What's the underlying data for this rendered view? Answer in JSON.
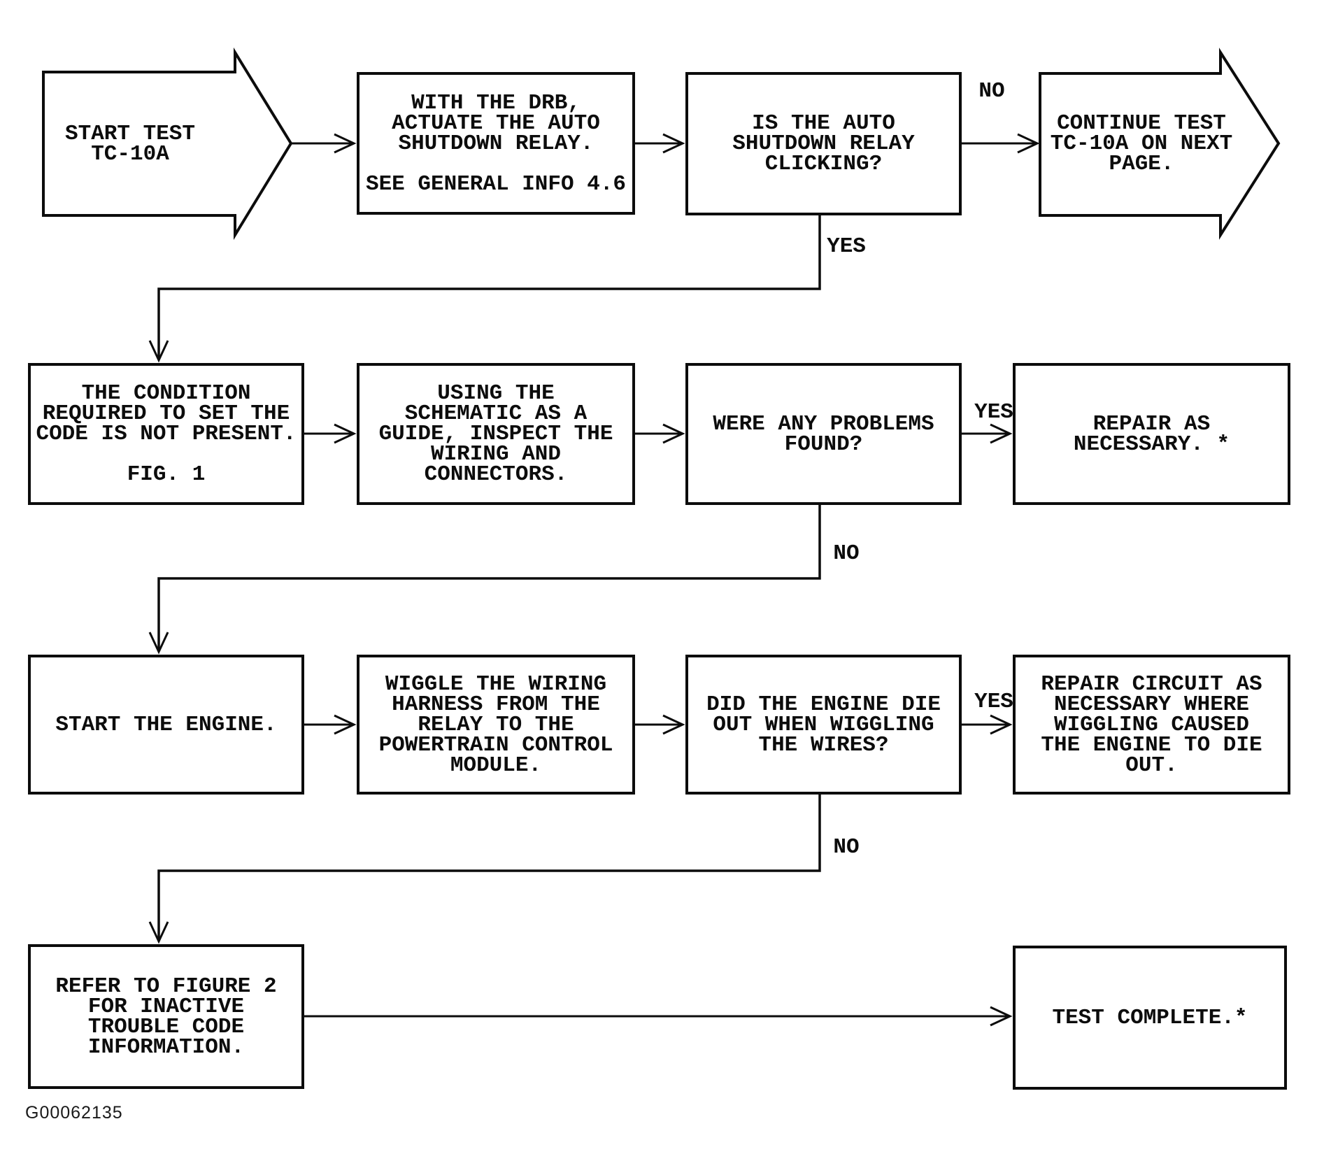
{
  "figure_id": "G00062135",
  "colors": {
    "ink": "#0c0c0c",
    "background": "#ffffff"
  },
  "nodes": {
    "start": {
      "shape": "arrow-right",
      "label": "START TEST\nTC-10A"
    },
    "actuate": {
      "shape": "rect",
      "label": "WITH THE DRB,\nACTUATE THE AUTO\nSHUTDOWN RELAY.\n \nSEE GENERAL INFO 4.6"
    },
    "clicking": {
      "shape": "rect",
      "label": "IS THE AUTO\nSHUTDOWN RELAY\nCLICKING?"
    },
    "continue": {
      "shape": "arrow-right",
      "label": "CONTINUE TEST\nTC-10A ON NEXT\nPAGE."
    },
    "condition": {
      "shape": "rect",
      "label": "THE CONDITION\nREQUIRED TO SET THE\nCODE IS NOT PRESENT.\n \nFIG. 1"
    },
    "inspect": {
      "shape": "rect",
      "label": "USING THE\nSCHEMATIC AS A\nGUIDE, INSPECT THE\nWIRING AND\nCONNECTORS."
    },
    "problems": {
      "shape": "rect",
      "label": "WERE ANY PROBLEMS\nFOUND?"
    },
    "repair": {
      "shape": "rect",
      "label": "REPAIR AS\nNECESSARY. *"
    },
    "start_engine": {
      "shape": "rect",
      "label": "START THE ENGINE."
    },
    "wiggle": {
      "shape": "rect",
      "label": "WIGGLE THE WIRING\nHARNESS FROM THE\nRELAY TO THE\nPOWERTRAIN CONTROL\nMODULE."
    },
    "die_out": {
      "shape": "rect",
      "label": "DID THE ENGINE DIE\nOUT WHEN WIGGLING\nTHE WIRES?"
    },
    "repair_circuit": {
      "shape": "rect",
      "label": "REPAIR CIRCUIT AS\nNECESSARY WHERE\nWIGGLING CAUSED\nTHE ENGINE TO DIE\nOUT."
    },
    "refer": {
      "shape": "rect",
      "label": "REFER TO FIGURE 2\nFOR INACTIVE\nTROUBLE CODE\nINFORMATION."
    },
    "complete": {
      "shape": "rect",
      "label": "TEST COMPLETE.*"
    }
  },
  "edge_labels": {
    "no1": "NO",
    "yes1": "YES",
    "yes2": "YES",
    "no2": "NO",
    "yes3": "YES",
    "no3": "NO"
  }
}
